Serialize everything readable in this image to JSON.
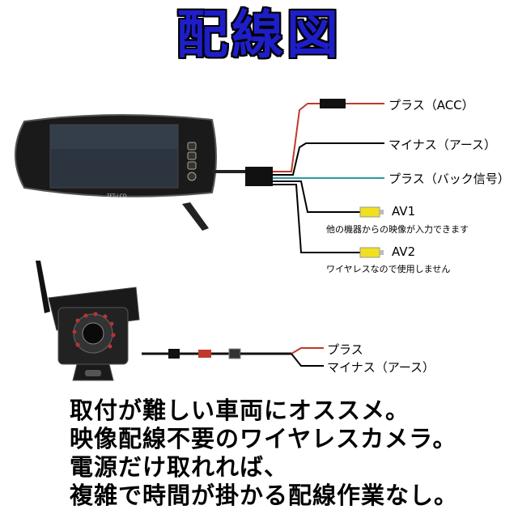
{
  "title": "配線図",
  "monitor": {
    "brand": "TFT-LCD"
  },
  "monitor_wires": [
    {
      "label": "プラス（ACC）",
      "color": "#c0392b"
    },
    {
      "label": "マイナス（アース）",
      "color": "#000000"
    },
    {
      "label": "プラス（バック信号）",
      "color": "#2a9aa0"
    }
  ],
  "av_inputs": [
    {
      "label": "AV1",
      "note": "他の機器からの映像が入力できます",
      "color": "#f0e020"
    },
    {
      "label": "AV2",
      "note": "ワイヤレスなので使用しません",
      "color": "#f0e020"
    }
  ],
  "camera_wires": [
    {
      "label": "プラス",
      "color": "#c0392b"
    },
    {
      "label": "マイナス（アース）",
      "color": "#000000"
    }
  ],
  "caption_lines": [
    "取付が難しい車両にオススメ。",
    "映像配線不要のワイヤレスカメラ。",
    "電源だけ取れれば、",
    "複雑で時間が掛かる配線作業なし。"
  ]
}
